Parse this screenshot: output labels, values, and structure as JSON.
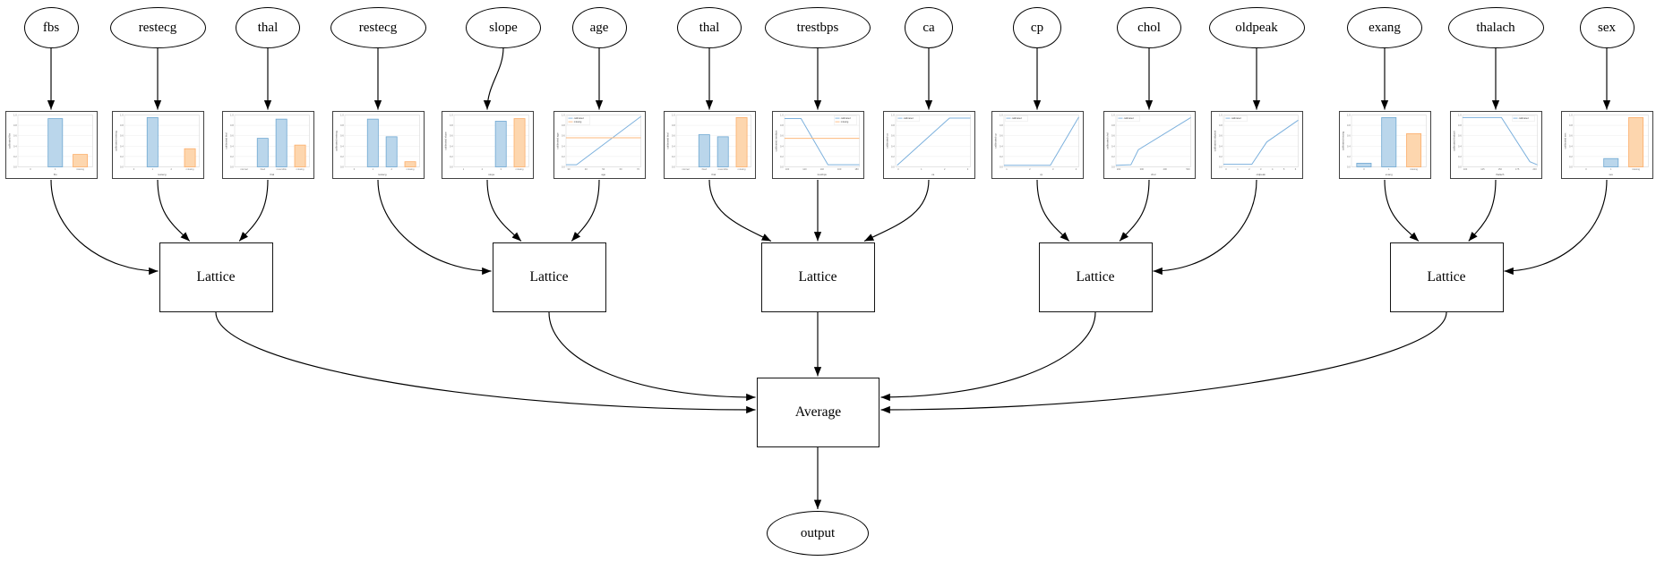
{
  "labels": {
    "lattice": "Lattice",
    "average": "Average",
    "output": "output"
  },
  "colors": {
    "edge": "#000000",
    "node_border": "#000000",
    "chart_border": "#414141",
    "bar_blue_fill": "#bad6eb",
    "bar_blue_edge": "#6fa8d2",
    "bar_orange_fill": "#fdd6ae",
    "bar_orange_edge": "#fcae6b",
    "line_blue": "#7db1dd",
    "line_orange": "#fdb97d",
    "grid": "#ededed",
    "spine": "#d9d9d9",
    "tick_text": "#777777",
    "label_text": "#555555"
  },
  "columns": [
    {
      "feature": "fbs",
      "chart": {
        "type": "bar",
        "xlabel": "fbs",
        "ylabel": "calibrated fbs",
        "yticks": [
          "0.0",
          "0.2",
          "0.4",
          "0.6",
          "0.8",
          "1.0"
        ],
        "xticks": [
          "0",
          "1",
          "missing"
        ],
        "heights": [
          0,
          0.93,
          0.24
        ],
        "bar_colors": [
          null,
          "blue",
          "orange"
        ]
      }
    },
    {
      "feature": "restecg",
      "chart": {
        "type": "bar",
        "xlabel": "restecg",
        "ylabel": "calibrated restecg",
        "yticks": [
          "0.0",
          "0.2",
          "0.4",
          "0.6",
          "0.8",
          "1.0"
        ],
        "xticks": [
          "0",
          "1",
          "2",
          "missing"
        ],
        "heights": [
          0,
          0.95,
          0,
          0.35
        ],
        "bar_colors": [
          null,
          "blue",
          null,
          "orange"
        ]
      }
    },
    {
      "feature": "thal",
      "chart": {
        "type": "bar",
        "xlabel": "thal",
        "ylabel": "calibrated thal",
        "yticks": [
          "0.0",
          "0.2",
          "0.4",
          "0.6",
          "0.8",
          "1.0"
        ],
        "xticks": [
          "normal",
          "fixed",
          "reversible",
          "missing"
        ],
        "heights": [
          0,
          0.55,
          0.92,
          0.42
        ],
        "bar_colors": [
          null,
          "blue",
          "blue",
          "orange"
        ]
      }
    },
    {
      "feature": "restecg",
      "chart": {
        "type": "bar",
        "xlabel": "restecg",
        "ylabel": "calibrated restecg",
        "yticks": [
          "0.0",
          "0.2",
          "0.4",
          "0.6",
          "0.8",
          "1.0"
        ],
        "xticks": [
          "0",
          "1",
          "2",
          "missing"
        ],
        "heights": [
          0,
          0.92,
          0.58,
          0.1
        ],
        "bar_colors": [
          null,
          "blue",
          "blue",
          "orange"
        ]
      }
    },
    {
      "feature": "slope",
      "chart": {
        "type": "bar",
        "xlabel": "slope",
        "ylabel": "calibrated slope",
        "yticks": [
          "0.0",
          "0.2",
          "0.4",
          "0.6",
          "0.8",
          "1.0"
        ],
        "xticks": [
          "1",
          "2",
          "3",
          "missing"
        ],
        "heights": [
          0,
          0,
          0.88,
          0.93
        ],
        "bar_colors": [
          null,
          null,
          "blue",
          "orange"
        ]
      }
    },
    {
      "feature": "age",
      "chart": {
        "type": "line",
        "xlabel": "age",
        "ylabel": "calibrated age",
        "yticks": [
          "0.0",
          "0.2",
          "0.4",
          "0.6",
          "0.8",
          "1.0"
        ],
        "xticks": [
          "30",
          "40",
          "50",
          "60",
          "70"
        ],
        "legend_pos": "tl",
        "series": [
          {
            "name": "calibrated",
            "color": "blue",
            "pts": [
              [
                0,
                0.04
              ],
              [
                0.14,
                0.04
              ],
              [
                1,
                0.97
              ]
            ]
          },
          {
            "name": "missing",
            "color": "orange",
            "pts": [
              [
                0,
                0.56
              ],
              [
                1,
                0.56
              ]
            ]
          }
        ]
      }
    },
    {
      "feature": "thal",
      "chart": {
        "type": "bar",
        "xlabel": "thal",
        "ylabel": "calibrated thal",
        "yticks": [
          "0.0",
          "0.2",
          "0.4",
          "0.6",
          "0.8",
          "1.0"
        ],
        "xticks": [
          "normal",
          "fixed",
          "reversible",
          "missing"
        ],
        "heights": [
          0,
          0.62,
          0.58,
          0.95
        ],
        "bar_colors": [
          null,
          "blue",
          "blue",
          "orange"
        ]
      }
    },
    {
      "feature": "trestbps",
      "chart": {
        "type": "line",
        "xlabel": "trestbps",
        "ylabel": "calibrated trestbps",
        "yticks": [
          "0.0",
          "0.2",
          "0.4",
          "0.6",
          "0.8",
          "1.0"
        ],
        "xticks": [
          "100",
          "120",
          "140",
          "160",
          "180"
        ],
        "legend_pos": "tr",
        "series": [
          {
            "name": "calibrated",
            "color": "blue",
            "pts": [
              [
                0,
                0.93
              ],
              [
                0.22,
                0.93
              ],
              [
                0.58,
                0.04
              ],
              [
                1,
                0.04
              ]
            ]
          },
          {
            "name": "missing",
            "color": "orange",
            "pts": [
              [
                0,
                0.55
              ],
              [
                1,
                0.55
              ]
            ]
          }
        ]
      }
    },
    {
      "feature": "ca",
      "chart": {
        "type": "line",
        "xlabel": "ca",
        "ylabel": "calibrated ca",
        "yticks": [
          "0.0",
          "0.2",
          "0.4",
          "0.6",
          "0.8",
          "1.0"
        ],
        "xticks": [
          "0",
          "1",
          "2",
          "3"
        ],
        "legend_pos": "tl",
        "series": [
          {
            "name": "calibrated",
            "color": "blue",
            "pts": [
              [
                0.02,
                0.03
              ],
              [
                0.72,
                0.94
              ],
              [
                1,
                0.94
              ]
            ]
          }
        ]
      }
    },
    {
      "feature": "cp",
      "chart": {
        "type": "line",
        "xlabel": "cp",
        "ylabel": "calibrated cp",
        "yticks": [
          "0.0",
          "0.2",
          "0.4",
          "0.6",
          "0.8",
          "1.0"
        ],
        "xticks": [
          "1",
          "2",
          "3",
          "4"
        ],
        "legend_pos": "tl",
        "series": [
          {
            "name": "calibrated",
            "color": "blue",
            "pts": [
              [
                0,
                0.03
              ],
              [
                0.62,
                0.03
              ],
              [
                1,
                0.96
              ]
            ]
          }
        ]
      }
    },
    {
      "feature": "chol",
      "chart": {
        "type": "line",
        "xlabel": "chol",
        "ylabel": "calibrated chol",
        "yticks": [
          "0.0",
          "0.2",
          "0.4",
          "0.6",
          "0.8",
          "1.0"
        ],
        "xticks": [
          "200",
          "300",
          "400",
          "500"
        ],
        "legend_pos": "tl",
        "series": [
          {
            "name": "calibrated",
            "color": "blue",
            "pts": [
              [
                0,
                0.03
              ],
              [
                0.2,
                0.04
              ],
              [
                0.3,
                0.33
              ],
              [
                1,
                0.95
              ]
            ]
          }
        ]
      }
    },
    {
      "feature": "oldpeak",
      "chart": {
        "type": "line",
        "xlabel": "oldpeak",
        "ylabel": "calibrated oldpeak",
        "yticks": [
          "0.0",
          "0.2",
          "0.4",
          "0.6",
          "0.8",
          "1.0"
        ],
        "xticks": [
          "0",
          "1",
          "2",
          "3",
          "4",
          "5",
          "6"
        ],
        "legend_pos": "tl",
        "series": [
          {
            "name": "calibrated",
            "color": "blue",
            "pts": [
              [
                0,
                0.05
              ],
              [
                0.38,
                0.05
              ],
              [
                0.58,
                0.48
              ],
              [
                1,
                0.9
              ]
            ]
          }
        ]
      }
    },
    {
      "feature": "exang",
      "chart": {
        "type": "bar",
        "xlabel": "exang",
        "ylabel": "calibrated exang",
        "yticks": [
          "0.0",
          "0.2",
          "0.4",
          "0.6",
          "0.8",
          "1.0"
        ],
        "xticks": [
          "0",
          "1",
          "missing"
        ],
        "heights": [
          0.07,
          0.95,
          0.64
        ],
        "bar_colors": [
          "blue",
          "blue",
          "orange"
        ]
      }
    },
    {
      "feature": "thalach",
      "chart": {
        "type": "line",
        "xlabel": "thalach",
        "ylabel": "calibrated thalach",
        "yticks": [
          "0.0",
          "0.2",
          "0.4",
          "0.6",
          "0.8",
          "1.0"
        ],
        "xticks": [
          "100",
          "125",
          "150",
          "175",
          "200"
        ],
        "legend_pos": "tr",
        "series": [
          {
            "name": "calibrated",
            "color": "blue",
            "pts": [
              [
                0,
                0.95
              ],
              [
                0.52,
                0.95
              ],
              [
                0.9,
                0.1
              ],
              [
                1,
                0.04
              ]
            ]
          }
        ]
      }
    },
    {
      "feature": "sex",
      "chart": {
        "type": "bar",
        "xlabel": "sex",
        "ylabel": "calibrated sex",
        "yticks": [
          "0.0",
          "0.2",
          "0.4",
          "0.6",
          "0.8",
          "1.0"
        ],
        "xticks": [
          "0",
          "1",
          "missing"
        ],
        "heights": [
          0,
          0.16,
          0.95
        ],
        "bar_colors": [
          null,
          "blue",
          "orange"
        ]
      }
    }
  ]
}
